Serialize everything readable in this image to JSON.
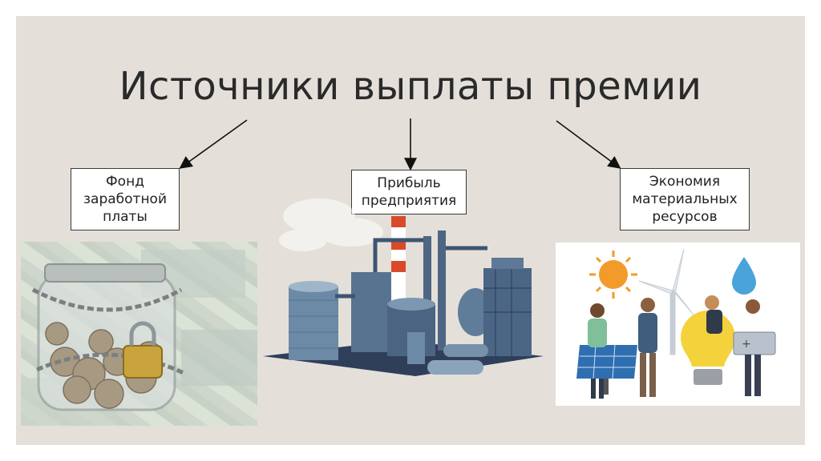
{
  "slide": {
    "title": "Источники выплаты премии",
    "boxes": [
      {
        "label": "Фонд\nзаработной\nплаты"
      },
      {
        "label": "Прибыль\nпредприятия"
      },
      {
        "label": "Экономия\nматериальных\nресурсов"
      }
    ]
  },
  "colors": {
    "background": "#e4e0d9",
    "title": "#2a2a2a",
    "box_border": "#3a3a3a"
  },
  "images": [
    {
      "name": "jar-of-coins-image"
    },
    {
      "name": "factory-image"
    },
    {
      "name": "green-energy-people-image"
    }
  ]
}
